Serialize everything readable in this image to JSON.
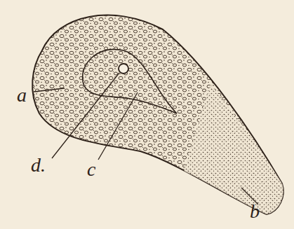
{
  "diagram": {
    "labels": [
      "a",
      "d.",
      "c",
      "b"
    ]
  }
}
